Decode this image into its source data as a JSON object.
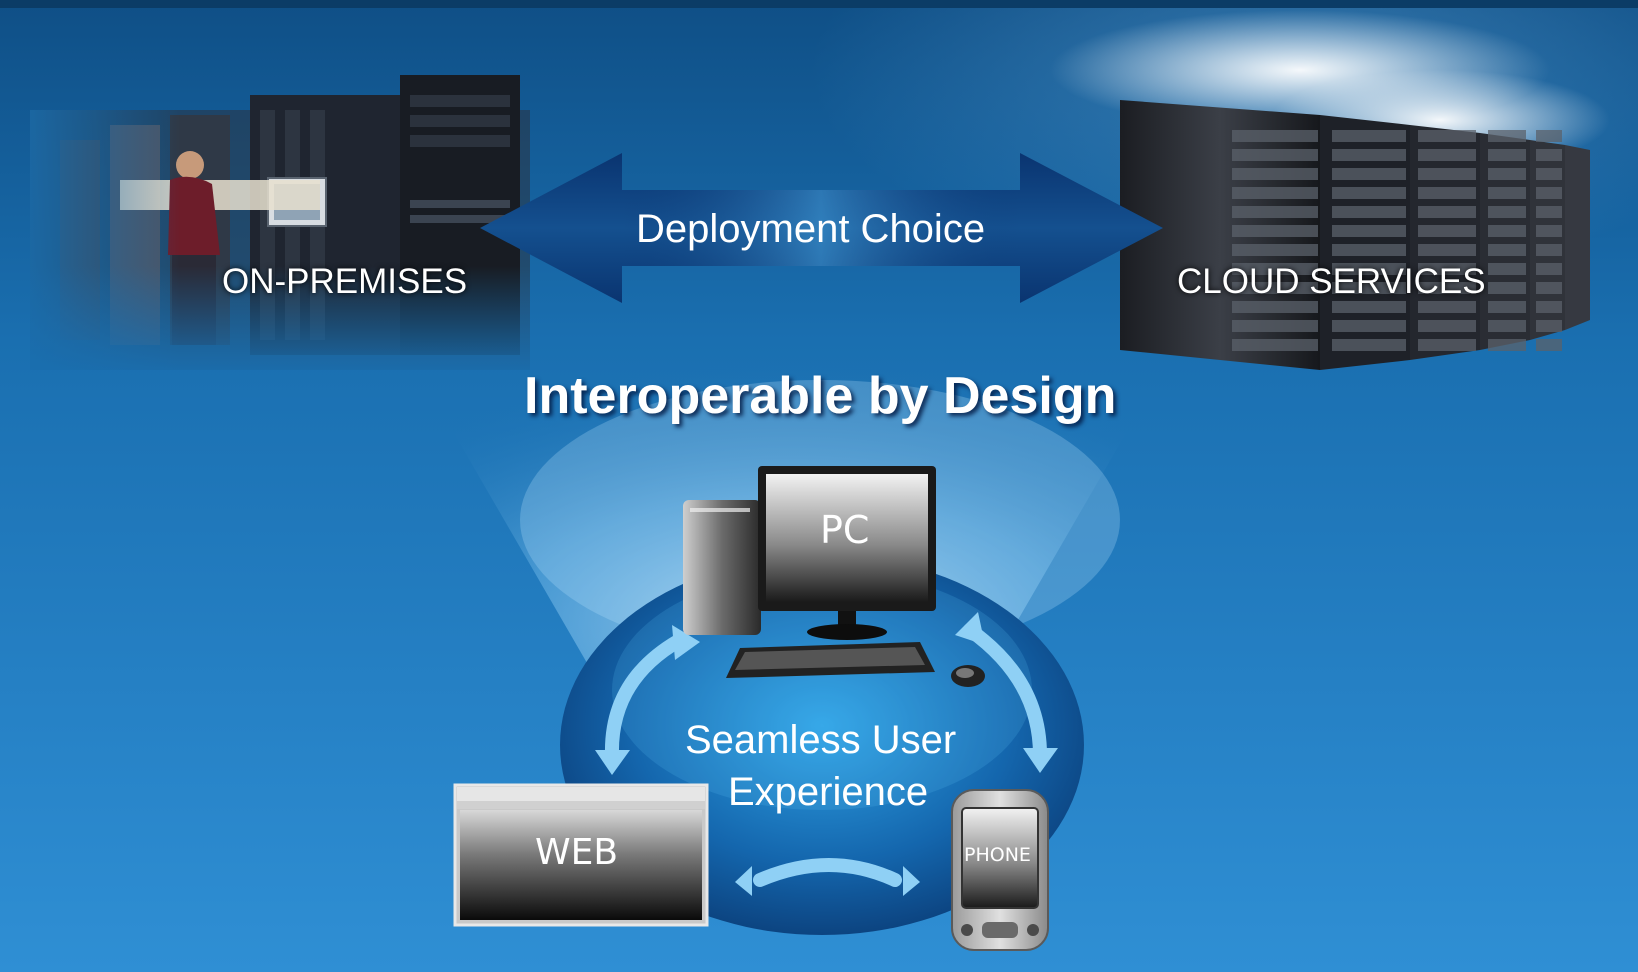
{
  "diagram": {
    "deployment_choice_label": "Deployment Choice",
    "on_premises_label": "ON-PREMISES",
    "cloud_services_label": "CLOUD SERVICES",
    "headline": "Interoperable by Design",
    "center_label_line1": "Seamless User",
    "center_label_line2": "Experience",
    "pc_label": "PC",
    "web_label": "WEB",
    "phone_label": "PHONE"
  },
  "colors": {
    "background": "#1a6fb0",
    "arrow": "#0e3e78",
    "text": "#ffffff",
    "glow": "#bfe6ff"
  }
}
